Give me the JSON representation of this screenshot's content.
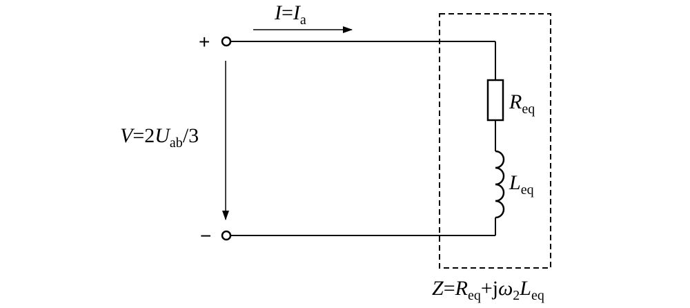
{
  "terminals": {
    "plus_sign": "+",
    "minus_sign": "−"
  },
  "current": {
    "symbol": "I",
    "equals": "=",
    "rhs_symbol": "I",
    "rhs_sub": "a"
  },
  "voltage": {
    "symbol": "V",
    "equals": "=2",
    "rhs_symbol": "U",
    "rhs_sub": "ab",
    "suffix": "/3"
  },
  "resistor": {
    "symbol": "R",
    "sub": "eq"
  },
  "inductor": {
    "symbol": "L",
    "sub": "eq"
  },
  "impedance": {
    "symbol": "Z",
    "equals": "=",
    "r_symbol": "R",
    "r_sub": "eq",
    "plus_j": "+j",
    "omega": "ω",
    "omega_sub": "2",
    "l_symbol": "L",
    "l_sub": "eq"
  },
  "colors": {
    "stroke": "#000000",
    "background": "#ffffff"
  }
}
